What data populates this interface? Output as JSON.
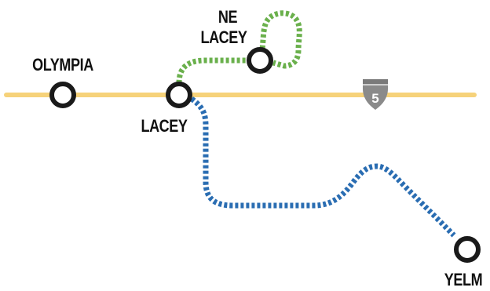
{
  "stations": {
    "olympia": "OLYMPIA",
    "lacey": "LACEY",
    "ne_lacey_line1": "NE",
    "ne_lacey_line2": "LACEY",
    "yelm": "YELM"
  },
  "highway": {
    "shield_number": "5",
    "color": "#f6d27a",
    "shield_color": "#8a8a8a"
  },
  "routes": {
    "green_color": "#6ab04c",
    "blue_color": "#2a6db2"
  },
  "icons": {
    "station": "station-circle-icon",
    "highway": "interstate-shield-icon"
  }
}
